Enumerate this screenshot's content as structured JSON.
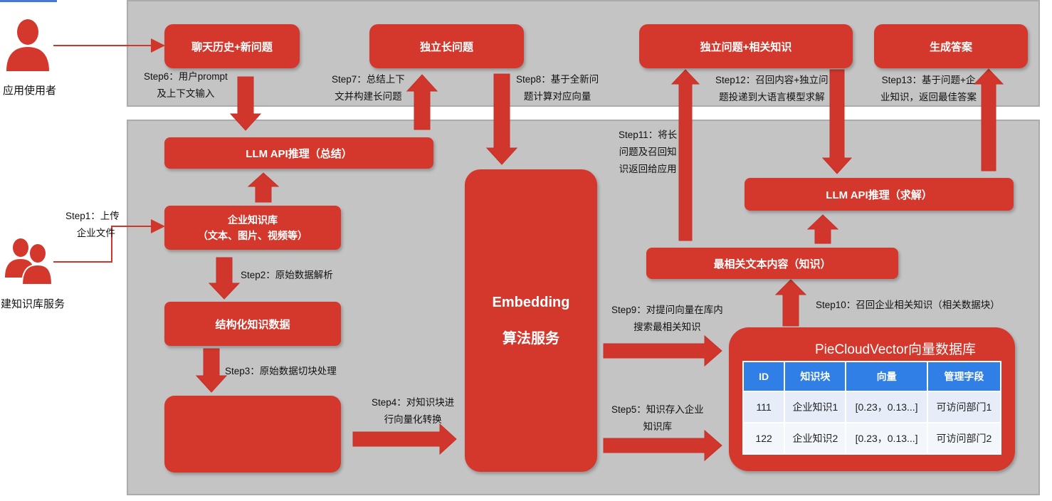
{
  "actors": {
    "user": "应用使用者",
    "builder": "构建知识库服务"
  },
  "boxes": {
    "chat_history": "聊天历史+新问题",
    "standalone_question": "独立长问题",
    "question_knowledge": "独立问题+相关知识",
    "generate_answer": "生成答案",
    "llm_summary": "LLM API推理（总结）",
    "knowledge_base": [
      "企业知识库",
      "（文本、图片、视频等）"
    ],
    "structured_data": "结构化知识数据",
    "embedding": [
      "Embedding",
      "算法服务"
    ],
    "llm_solve": "LLM API推理（求解）",
    "relevant_text": "最相关文本内容（知识）"
  },
  "steps": {
    "step1": [
      "Step1：上传",
      "企业文件"
    ],
    "step2": "Step2：原始数据解析",
    "step3": "Step3：原始数据切块处理",
    "step4": [
      "Step4：对知识块进",
      "行向量化转换"
    ],
    "step5": [
      "Step5：知识存入企业",
      "知识库"
    ],
    "step6": [
      "Step6：用户prompt",
      "及上下文输入"
    ],
    "step7": [
      "Step7：总结上下",
      "文并构建长问题"
    ],
    "step8": [
      "Step8：基于全新问",
      "题计算对应向量"
    ],
    "step9": [
      "Step9：对提问向量在库内",
      "搜索最相关知识"
    ],
    "step10": "Step10：召回企业相关知识（相关数据块）",
    "step11": [
      "Step11：将长",
      "问题及召回知",
      "识返回给应用"
    ],
    "step12": [
      "Step12：召回内容+独立问",
      "题投递到大语言模型求解"
    ],
    "step13": [
      "Step13：基于问题+企",
      "业知识，返回最佳答案"
    ]
  },
  "vector_db": {
    "title": "PieCloudVector向量数据库",
    "headers": [
      "ID",
      "知识块",
      "向量",
      "管理字段"
    ],
    "rows": [
      [
        "111",
        "企业知识1",
        "[0.23，0.13...]",
        "可访问部门1"
      ],
      [
        "122",
        "企业知识2",
        "[0.23，0.13...]",
        "可访问部门2"
      ]
    ]
  },
  "colors": {
    "box_red": "#d4382c",
    "arrow_red": "#d0362b",
    "panel_gray": "#c4c4c4",
    "table_header_blue": "#2f7fe6",
    "table_cell": "#e7edf8"
  }
}
